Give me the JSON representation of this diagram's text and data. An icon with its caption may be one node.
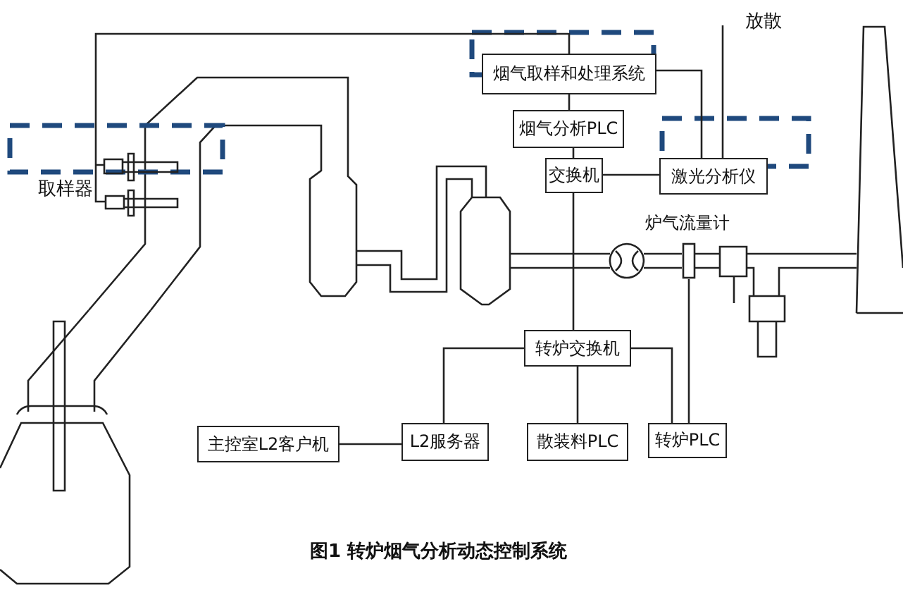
{
  "diagram": {
    "caption": "图1 转炉烟气分析动态控制系统",
    "nodes": [
      {
        "text": [
          "烟气取样和处理系统"
        ]
      },
      {
        "text": [
          "烟气分析PLC"
        ]
      },
      {
        "text": [
          "取样器"
        ]
      },
      {
        "text": [
          "交换机"
        ]
      },
      {
        "text": [
          "激光分析仪"
        ]
      },
      {
        "text": [
          "炉气流量计"
        ]
      },
      {
        "text": [
          "转炉交换机"
        ]
      },
      {
        "text": [
          "主控室L2客户机"
        ]
      },
      {
        "text": [
          "L2服务器"
        ]
      },
      {
        "text": [
          "散装料PLC"
        ]
      },
      {
        "text": [
          "转炉PLC"
        ]
      }
    ],
    "edges": [
      {
        "from": 2,
        "to": 0,
        "arrow": "none"
      },
      {
        "from": 0,
        "to": 1,
        "arrow": "none"
      },
      {
        "from": 1,
        "to": 3,
        "arrow": "none"
      },
      {
        "from": 3,
        "to": 4,
        "arrow": "none"
      },
      {
        "from": 0,
        "to": 4,
        "arrow": "none"
      },
      {
        "from": 3,
        "to": 6,
        "arrow": "none"
      },
      {
        "from": 6,
        "to": 8,
        "arrow": "none"
      },
      {
        "from": 7,
        "to": 8,
        "arrow": "none"
      },
      {
        "from": 6,
        "to": 9,
        "arrow": "none"
      },
      {
        "from": 6,
        "to": 10,
        "arrow": "none"
      },
      {
        "from": 5,
        "to": 10,
        "arrow": "none"
      },
      {
        "from": 4,
        "to": null,
        "arrow": "none"
      }
    ],
    "labels": [
      "放散"
    ]
  }
}
